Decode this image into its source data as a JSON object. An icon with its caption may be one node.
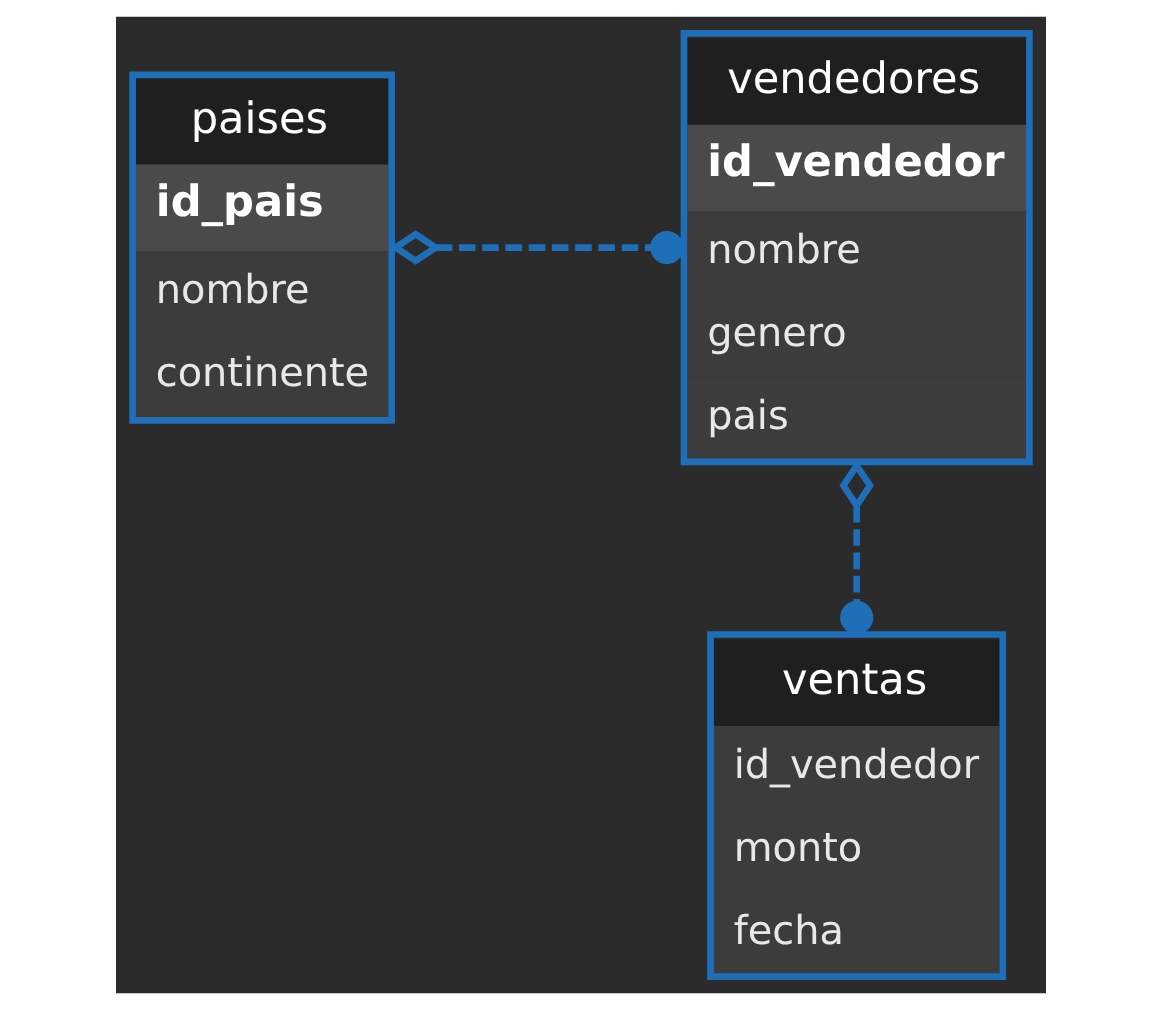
{
  "diagram": {
    "nodes": [
      {
        "text": [
          "paises",
          "id_pais",
          "nombre",
          "continente"
        ]
      },
      {
        "text": [
          "vendedores",
          "id_vendedor",
          "nombre",
          "genero",
          "pais"
        ]
      },
      {
        "text": [
          "ventas",
          "id_vendedor",
          "monto",
          "fecha"
        ]
      }
    ],
    "edges": [
      {
        "from": 0,
        "to": 1,
        "arrow": "other",
        "style": "dashed"
      },
      {
        "from": 1,
        "to": 2,
        "arrow": "other",
        "style": "dashed"
      }
    ]
  }
}
